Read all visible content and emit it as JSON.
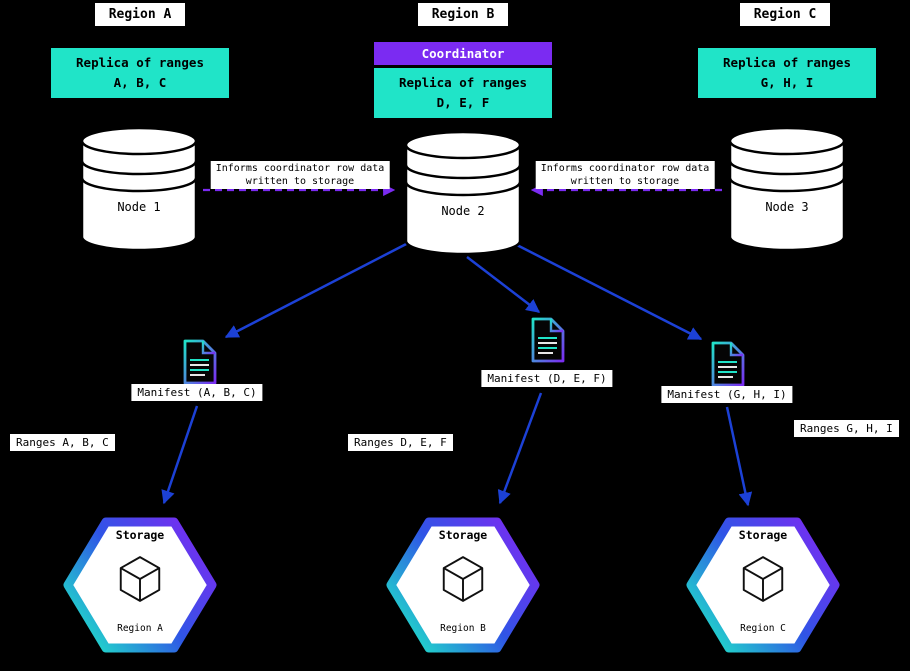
{
  "colors": {
    "background": "#000000",
    "cyan": "#20E4C8",
    "purple": "#7B2BF2",
    "blue": "#1C41D6",
    "label_bg": "#FFFFFF",
    "text": "#000000"
  },
  "icons": {
    "node": "database-cylinder-icon",
    "manifest": "document-file-icon",
    "storage": "hexagon-badge-icon",
    "cube": "3d-cube-wireframe-icon"
  },
  "regions": [
    {
      "title": "Region A",
      "replica_line1": "Replica of ranges",
      "replica_line2": "A, B, C",
      "node_label": "Node 1",
      "manifest_label": "Manifest (A, B, C)",
      "ranges_label": "Ranges A, B, C",
      "storage_title": "Storage",
      "storage_region": "Region A"
    },
    {
      "title": "Region B",
      "coordinator_label": "Coordinator",
      "replica_line1": "Replica of ranges",
      "replica_line2": "D, E, F",
      "node_label": "Node 2",
      "manifest_label": "Manifest (D, E, F)",
      "ranges_label": "Ranges D, E, F",
      "storage_title": "Storage",
      "storage_region": "Region B"
    },
    {
      "title": "Region C",
      "replica_line1": "Replica of ranges",
      "replica_line2": "G, H, I",
      "node_label": "Node 3",
      "manifest_label": "Manifest (G, H, I)",
      "ranges_label": "Ranges G, H, I",
      "storage_title": "Storage",
      "storage_region": "Region C"
    }
  ],
  "informs": {
    "line1": "Informs coordinator row data",
    "line2": "written to storage"
  }
}
